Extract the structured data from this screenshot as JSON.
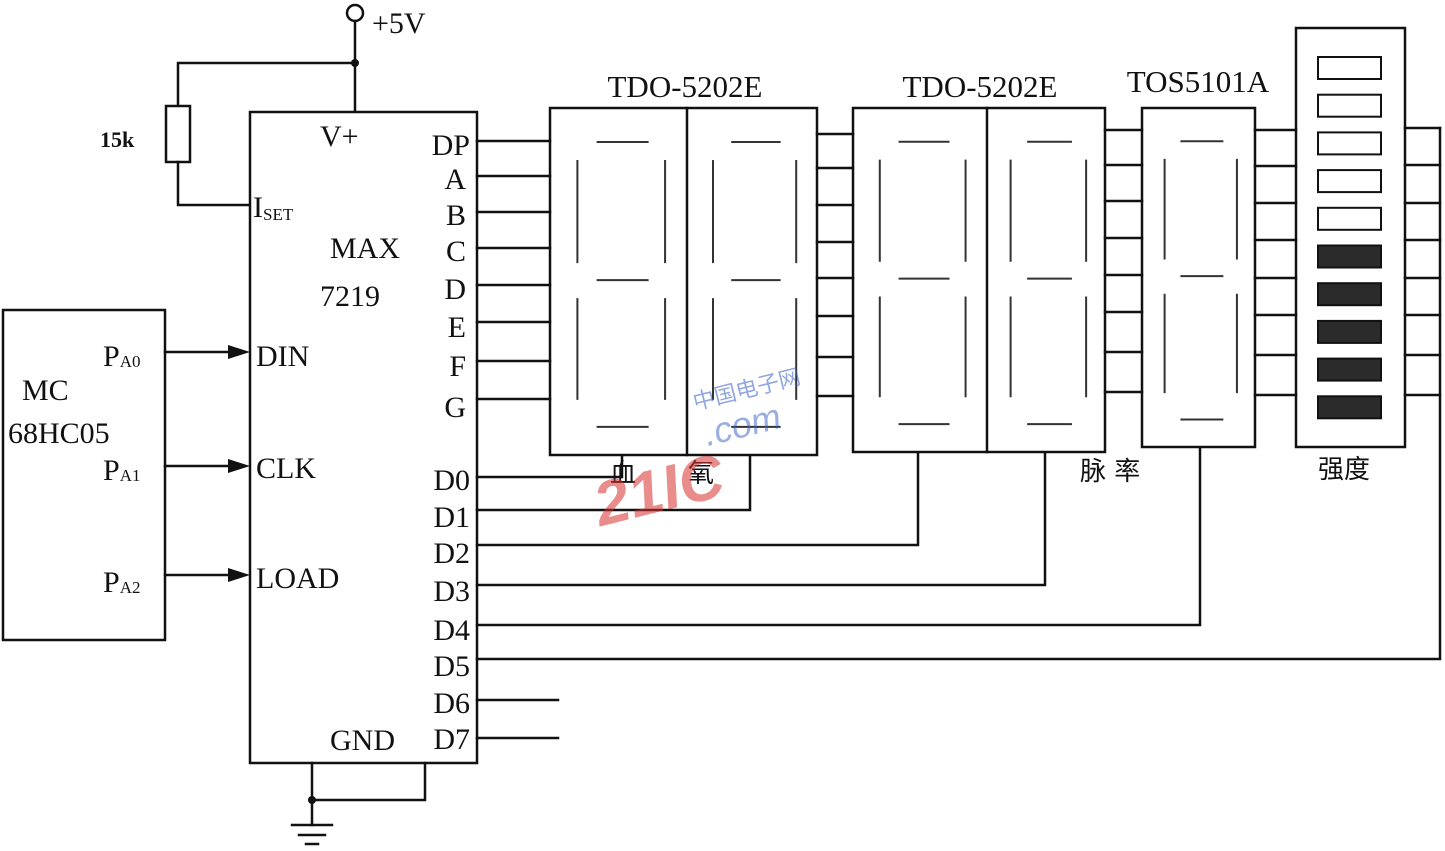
{
  "power": {
    "label": "+5V"
  },
  "resistor": {
    "label": "15k"
  },
  "max7219": {
    "vplus": "V+",
    "iset": {
      "main": "I",
      "sub": "SET"
    },
    "name": [
      "MAX",
      "7219"
    ],
    "din": "DIN",
    "clk": "CLK",
    "load": "LOAD",
    "gnd": "GND",
    "segment_pins": [
      "DP",
      "A",
      "B",
      "C",
      "D",
      "E",
      "F",
      "G"
    ],
    "digit_pins": [
      "D0",
      "D1",
      "D2",
      "D3",
      "D4",
      "D5",
      "D6",
      "D7"
    ]
  },
  "mcu": {
    "name": [
      "MC",
      "68HC05"
    ],
    "ports": [
      {
        "main": "P",
        "sub": "A0"
      },
      {
        "main": "P",
        "sub": "A1"
      },
      {
        "main": "P",
        "sub": "A2"
      }
    ]
  },
  "displays": {
    "display_1": {
      "part": "TDO-5202E",
      "caption": [
        "血",
        "氧"
      ]
    },
    "display_2": {
      "part": "TDO-5202E",
      "caption": "脉 率"
    },
    "display_3": {
      "part": "TOS5101A"
    },
    "bar_graph": {
      "caption": "强度",
      "total_segments": 10,
      "lit_segments": 5
    }
  },
  "watermark": {
    "logo": "21IC",
    "site_name": "中国电子网",
    "domain": ".com"
  }
}
